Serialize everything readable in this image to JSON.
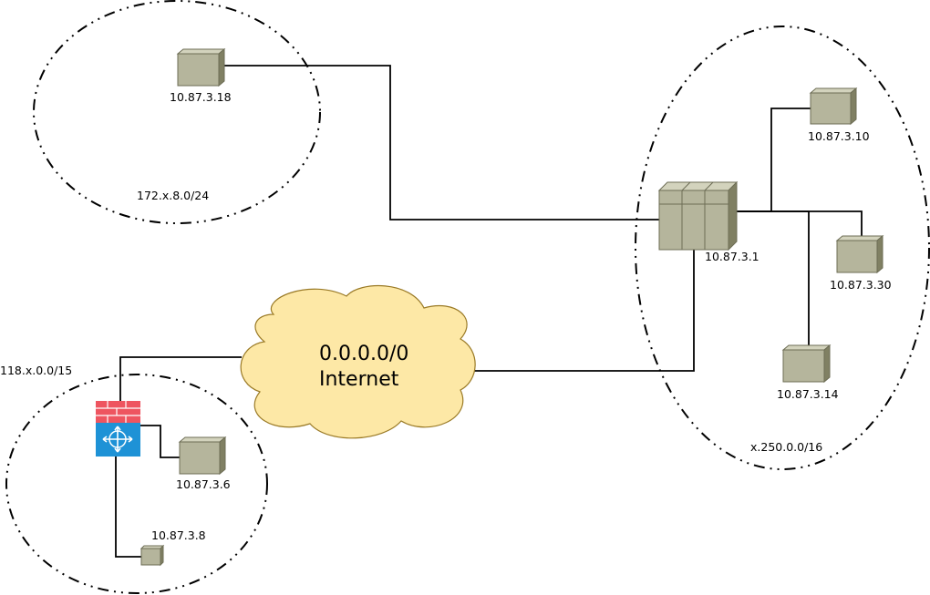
{
  "zones": [
    {
      "id": "zone-172",
      "label": "172.x.8.0/24"
    },
    {
      "id": "zone-250",
      "label": "x.250.0.0/16"
    },
    {
      "id": "zone-118",
      "label": "118.x.0.0/15"
    }
  ],
  "internet": {
    "address": "0.0.0.0/0",
    "name": "Internet"
  },
  "nodes": {
    "host_3_18": "10.87.3.18",
    "router_3_1": "10.87.3.1",
    "host_3_10": "10.87.3.10",
    "host_3_30": "10.87.3.30",
    "host_3_14": "10.87.3.14",
    "host_3_6": "10.87.3.6",
    "host_3_8": "10.87.3.8"
  },
  "colors": {
    "device_face": "#b5b59c",
    "device_top": "#d3d3bd",
    "device_side": "#808063",
    "cloud_fill": "#fde8a6",
    "cloud_stroke": "#9a7a26",
    "firewall_brick": "#ee5560",
    "firewall_blue": "#1e92d6"
  }
}
